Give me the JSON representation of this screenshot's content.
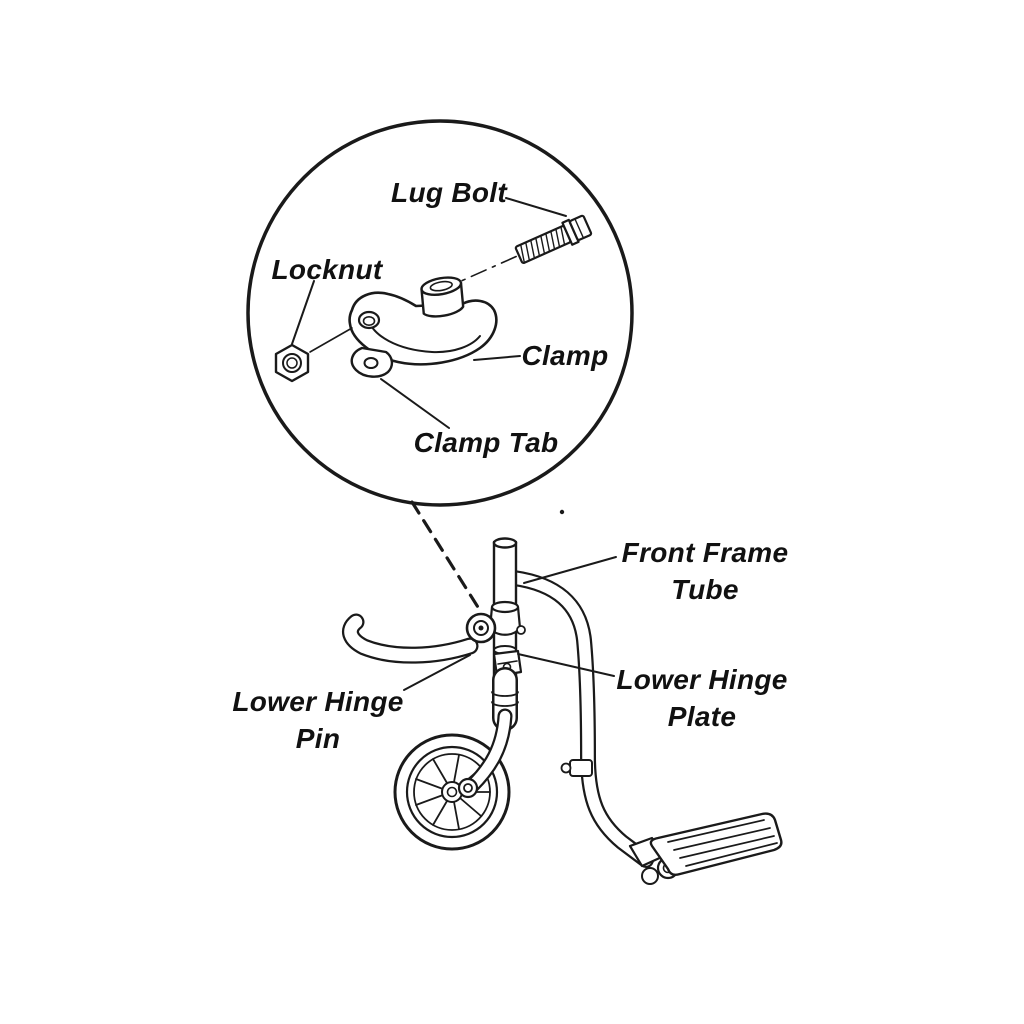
{
  "figure": {
    "type": "exploded-parts-diagram",
    "subject": "wheelchair front caster and clamp assembly",
    "background_color": "#ffffff",
    "line_color": "#1a1a1a"
  },
  "callout": {
    "labels": {
      "lug_bolt": "Lug Bolt",
      "locknut": "Locknut",
      "clamp": "Clamp",
      "clamp_tab": "Clamp Tab"
    }
  },
  "main_view": {
    "labels": {
      "front_frame_tube": [
        "Front Frame",
        "Tube"
      ],
      "lower_hinge_pin": [
        "Lower Hinge",
        "Pin"
      ],
      "lower_hinge_plate": [
        "Lower Hinge",
        "Plate"
      ]
    }
  }
}
